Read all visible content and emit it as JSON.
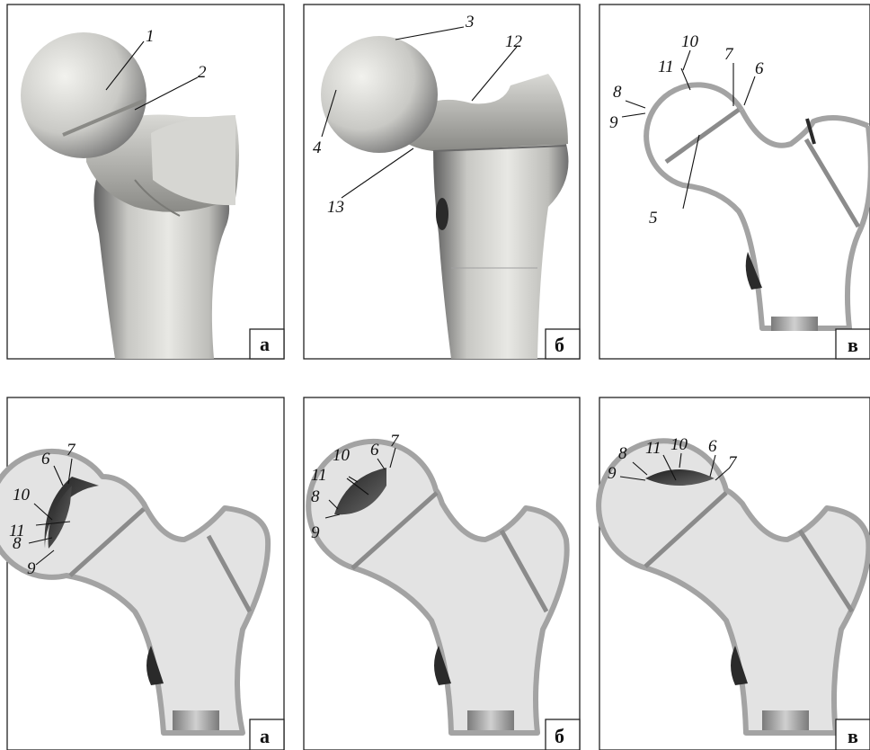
{
  "figure": {
    "top_row": {
      "panels": [
        {
          "letter": "а",
          "labels": [
            "1",
            "2"
          ]
        },
        {
          "letter": "б",
          "labels": [
            "3",
            "4",
            "12",
            "13"
          ]
        },
        {
          "letter": "в",
          "labels": [
            "5",
            "6",
            "7",
            "8",
            "9",
            "10",
            "11"
          ]
        }
      ]
    },
    "bottom_row": {
      "panels": [
        {
          "letter": "а",
          "labels": [
            "6",
            "7",
            "8",
            "9",
            "10",
            "11"
          ]
        },
        {
          "letter": "б",
          "labels": [
            "6",
            "7",
            "8",
            "9",
            "10",
            "11"
          ]
        },
        {
          "letter": "в",
          "labels": [
            "6",
            "7",
            "8",
            "9",
            "10",
            "11"
          ]
        }
      ]
    }
  },
  "colors": {
    "bone_fill": "#e3e3e3",
    "cortex_outline": "#a3a3a3",
    "cut_line": "#8b8b8b",
    "defect_dark": "#2a2a2a",
    "render_light": "#e8e8e4",
    "render_shadow": "#6f6f6f"
  }
}
